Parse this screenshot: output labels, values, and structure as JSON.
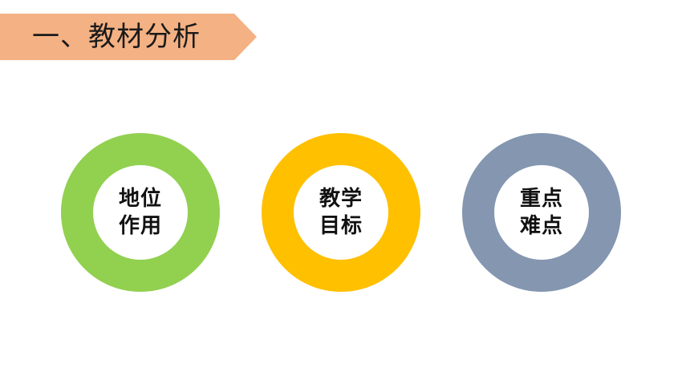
{
  "slide": {
    "title": "一、教材分析",
    "banner_color": "#f4b183"
  },
  "rings": [
    {
      "line1": "地位",
      "line2": "作用",
      "color": "#92d050"
    },
    {
      "line1": "教学",
      "line2": "目标",
      "color": "#ffc000"
    },
    {
      "line1": "重点",
      "line2": "难点",
      "color": "#8496b0"
    }
  ]
}
